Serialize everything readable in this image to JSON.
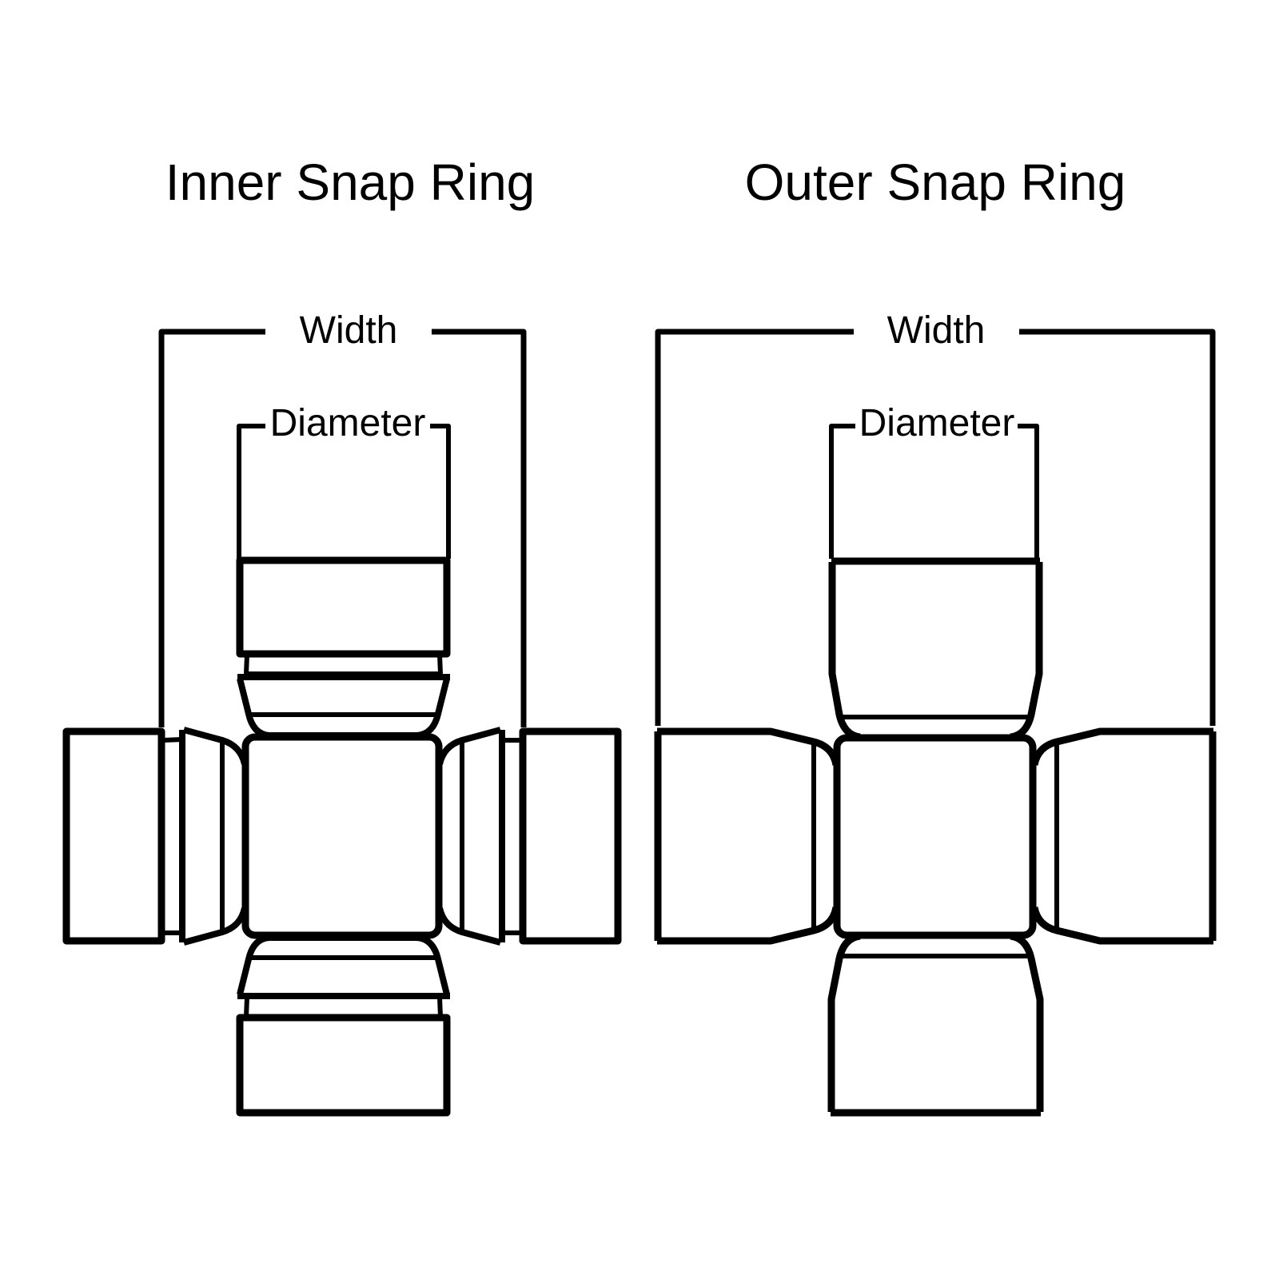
{
  "colors": {
    "background": "#ffffff",
    "ink": "#000000"
  },
  "diagrams": [
    {
      "title": "Inner Snap Ring",
      "width_label": "Width",
      "diameter_label": "Diameter"
    },
    {
      "title": "Outer Snap Ring",
      "width_label": "Width",
      "diameter_label": "Diameter"
    }
  ]
}
